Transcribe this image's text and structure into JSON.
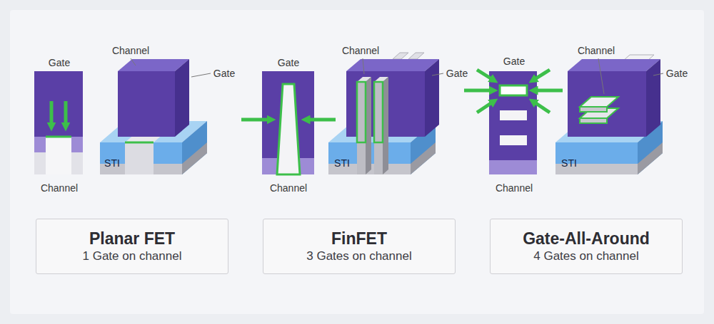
{
  "diagram": {
    "nodes": [
      {
        "text": [
          "Planar FET",
          "1 Gate on channel"
        ]
      },
      {
        "text": [
          "FinFET",
          "3 Gates on channel"
        ]
      },
      {
        "text": [
          "Gate-All-Around",
          "4 Gates on channel"
        ]
      }
    ],
    "labels": [
      "Gate",
      "Channel",
      "Gate",
      "STI",
      "Channel",
      "Gate",
      "Channel",
      "Gate",
      "STI",
      "Channel",
      "Gate",
      "Channel",
      "Gate",
      "STI",
      "Channel"
    ]
  }
}
